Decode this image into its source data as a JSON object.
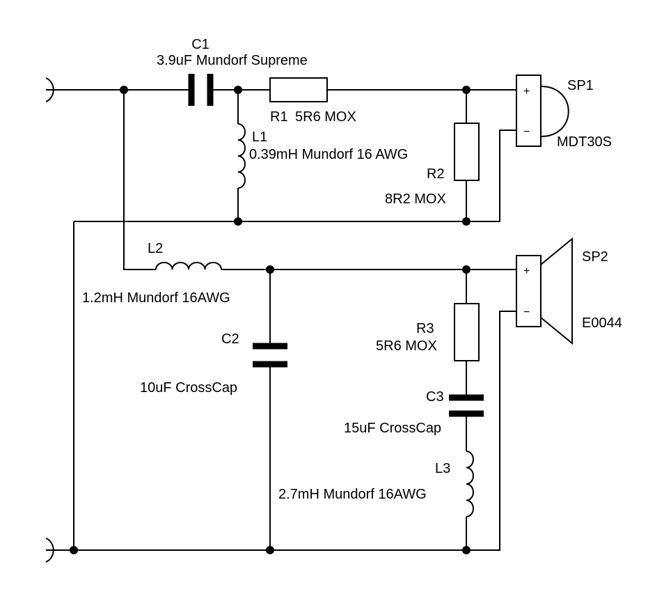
{
  "components": {
    "c1": {
      "ref": "C1",
      "value": "3.9uF Mundorf Supreme"
    },
    "r1": {
      "ref": "R1",
      "value": "5R6 MOX"
    },
    "l1": {
      "ref": "L1",
      "value": "0.39mH Mundorf  16 AWG"
    },
    "r2": {
      "ref": "R2",
      "value": "8R2 MOX"
    },
    "l2": {
      "ref": "L2",
      "value": "1.2mH Mundorf 16AWG"
    },
    "c2": {
      "ref": "C2",
      "value": "10uF CrossCap"
    },
    "r3": {
      "ref": "R3",
      "value": "5R6 MOX"
    },
    "c3": {
      "ref": "C3",
      "value": "15uF CrossCap"
    },
    "l3": {
      "ref": "L3",
      "value": "2.7mH Mundorf 16AWG"
    }
  },
  "speakers": {
    "sp1": {
      "ref": "SP1",
      "model": "MDT30S",
      "plus": "+",
      "minus": "−"
    },
    "sp2": {
      "ref": "SP2",
      "model": "E0044",
      "plus": "+",
      "minus": "−"
    }
  },
  "icons": {
    "input_terminal": "input-terminal-icon",
    "capacitor": "capacitor-icon",
    "resistor": "resistor-icon",
    "inductor": "inductor-icon",
    "tweeter": "dome-tweeter-icon",
    "woofer": "cone-speaker-icon",
    "junction": "junction-dot-icon"
  },
  "colors": {
    "ink": "#000000",
    "background": "#ffffff"
  }
}
